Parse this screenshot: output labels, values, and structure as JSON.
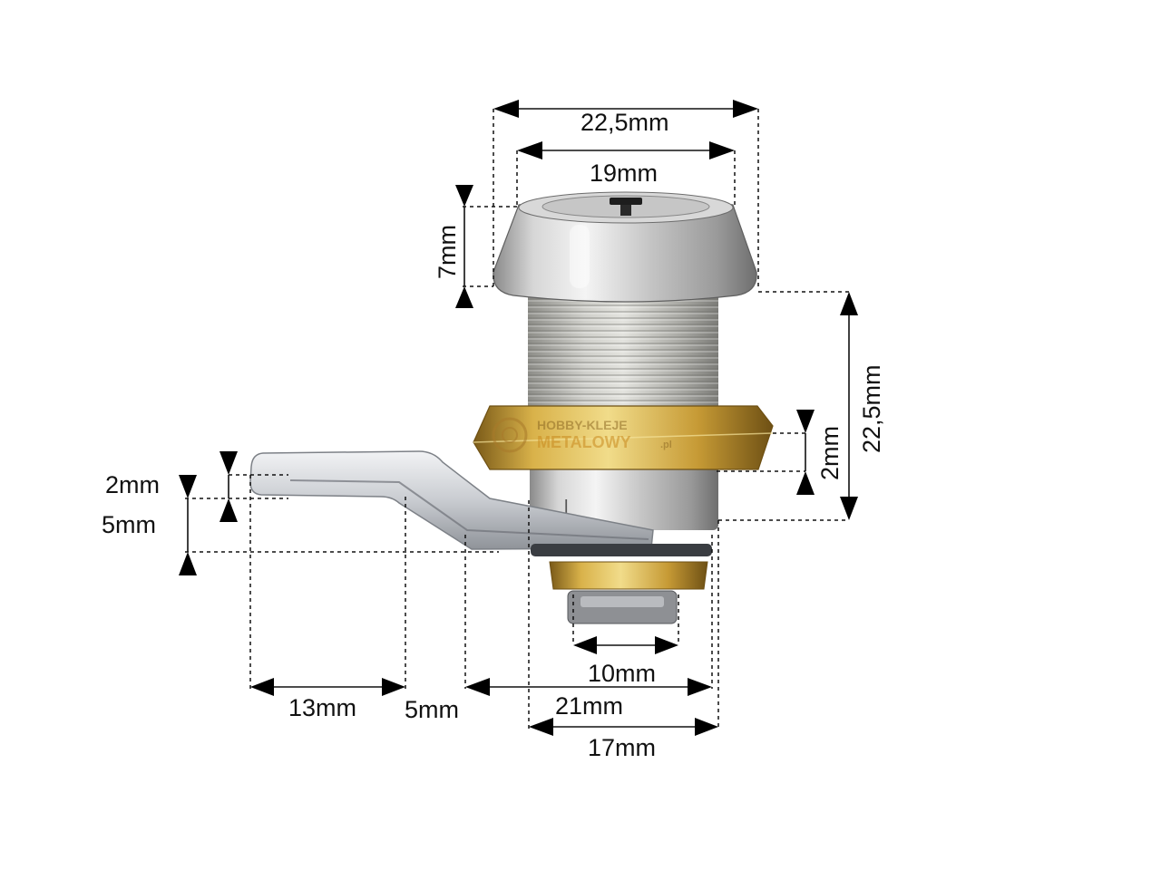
{
  "dimensions": {
    "head_outer_width": "22,5mm",
    "head_inner_width": "19mm",
    "head_height": "7mm",
    "body_length": "22,5mm",
    "nut_thickness": "2mm",
    "cam_thickness": "2mm",
    "cam_offset": "5mm",
    "cam_tip_length": "13mm",
    "cam_bend_length": "5mm",
    "cam_reach": "21mm",
    "body_diameter": "17mm",
    "spindle_width": "10mm"
  },
  "watermark": {
    "line1": "HOBBY-KLEJE",
    "line2": "METALOWY",
    "suffix": ".pl"
  },
  "colors": {
    "chrome_light": "#e8e8e8",
    "chrome_mid": "#bdbdbd",
    "chrome_dark": "#7a7a7a",
    "brass_light": "#e9cf6a",
    "brass_dark": "#8c6a1e",
    "zinc_light": "#e4e6ea",
    "zinc_dark": "#9ea2a8",
    "watermark": "#d9a94a"
  }
}
